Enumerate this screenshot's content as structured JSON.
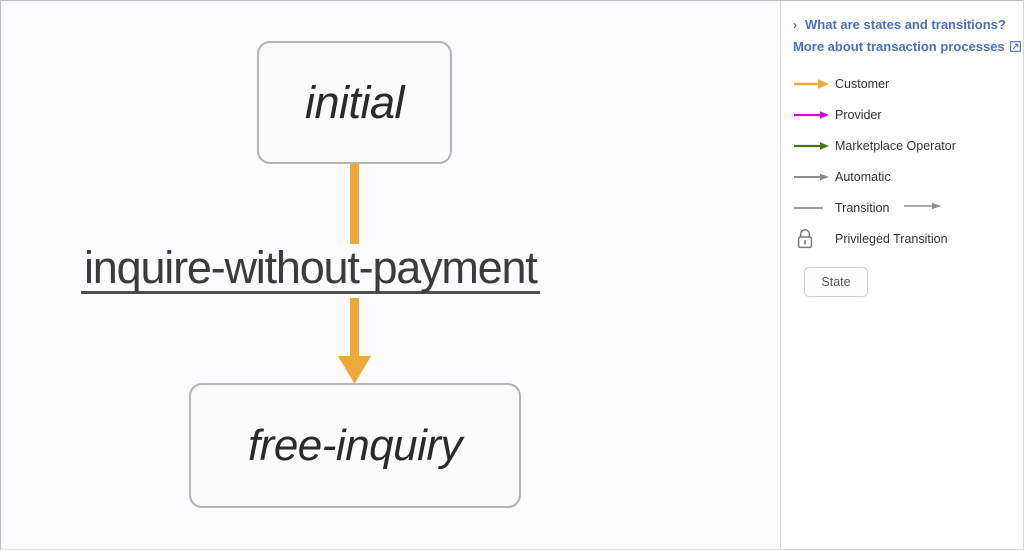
{
  "canvas": {
    "background_color": "#fcfcfe",
    "nodes": [
      {
        "id": "initial",
        "label": "initial"
      },
      {
        "id": "free-inquiry",
        "label": "free-inquiry"
      }
    ],
    "transitions": [
      {
        "label": "inquire-without-payment",
        "from": "initial",
        "to": "free-inquiry",
        "actor": "Customer",
        "color": "#eda93a"
      }
    ]
  },
  "sidebar": {
    "links": [
      {
        "label": "What are states and transitions?",
        "icon": "chevron-right-icon",
        "external": false
      },
      {
        "label": "More about transaction processes",
        "icon": "external-link-icon",
        "external": true
      }
    ],
    "link_color": "#4a6fc7",
    "legend": [
      {
        "label": "Customer",
        "color": "#eda93a",
        "kind": "arrow"
      },
      {
        "label": "Provider",
        "color": "#d900d9",
        "kind": "arrow"
      },
      {
        "label": "Marketplace Operator",
        "color": "#3f7a10",
        "kind": "arrow"
      },
      {
        "label": "Automatic",
        "color": "#8d8d8d",
        "kind": "arrow"
      },
      {
        "label": "Transition",
        "color": "#8d8d8d",
        "kind": "line-and-arrow"
      },
      {
        "label": "Privileged Transition",
        "color": "#7a7a7a",
        "kind": "lock"
      }
    ],
    "state_chip": {
      "label": "State"
    }
  }
}
